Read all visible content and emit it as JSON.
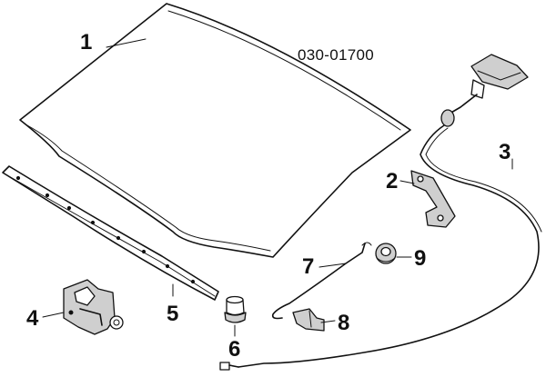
{
  "diagram": {
    "reference_code": "030-01700",
    "callouts": [
      "1",
      "2",
      "3",
      "4",
      "5",
      "6",
      "7",
      "8",
      "9"
    ]
  }
}
